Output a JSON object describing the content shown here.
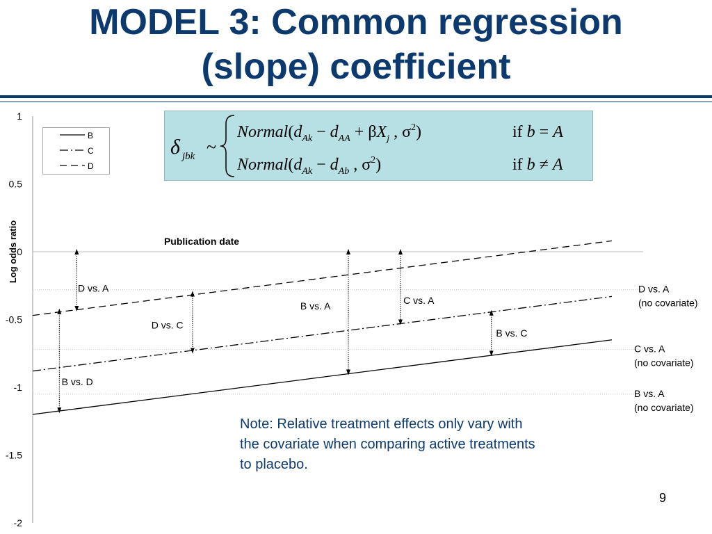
{
  "slide": {
    "title_line1": "MODEL 3: Common regression",
    "title_line2": "(slope) coefficient",
    "note_lines": [
      "Note: Relative treatment effects only vary with",
      "the covariate when comparing active treatments",
      "to placebo."
    ],
    "page_number": "9",
    "title_color": "#0d3a6e",
    "formula_bg": "#b7e0e4"
  },
  "chart_data": {
    "type": "line",
    "title": "",
    "xlabel": "Publication date",
    "ylabel": "Log odds ratio",
    "ylim": [
      -2,
      1
    ],
    "yticks": [
      "1",
      "0.5",
      "0",
      "-0.5",
      "-1",
      "-1.5",
      "-2"
    ],
    "grid": "dotted reference lines at the no-covariate levels",
    "x_range": [
      0,
      1
    ],
    "series": [
      {
        "name": "B",
        "style": "solid",
        "x": [
          0,
          1
        ],
        "y": [
          -1.2,
          -0.65
        ]
      },
      {
        "name": "C",
        "style": "dash-dot",
        "x": [
          0,
          1
        ],
        "y": [
          -0.88,
          -0.33
        ]
      },
      {
        "name": "D",
        "style": "dashed",
        "x": [
          0,
          1
        ],
        "y": [
          -0.47,
          0.08
        ]
      }
    ],
    "legend": {
      "position": "top-left",
      "entries": [
        "B",
        "C",
        "D"
      ]
    },
    "reference_lines": [
      {
        "y": 0
      },
      {
        "y": -0.28,
        "label": [
          "D vs. A",
          "(no covariate)"
        ]
      },
      {
        "y": -0.72,
        "label": [
          "C vs. A",
          "(no covariate)"
        ]
      },
      {
        "y": -1.05,
        "label": [
          "B vs. A",
          "(no covariate)"
        ]
      }
    ],
    "annotations": [
      {
        "label": "D vs. A",
        "x": 0.076,
        "from": 0,
        "to": -0.42,
        "label_x": 0.078,
        "label_y": -0.27
      },
      {
        "label": "B vs. D",
        "x": 0.046,
        "from": -0.44,
        "to": -1.17,
        "label_x": 0.05,
        "label_y": -0.96
      },
      {
        "label": "D vs. C",
        "x": 0.276,
        "from": -0.31,
        "to": -0.73,
        "label_x": 0.205,
        "label_y": -0.54
      },
      {
        "label": "B vs. A",
        "x": 0.545,
        "from": 0,
        "to": -0.89,
        "label_x": 0.462,
        "label_y": -0.4
      },
      {
        "label": "C vs. A",
        "x": 0.635,
        "from": 0,
        "to": -0.52,
        "label_x": 0.64,
        "label_y": -0.36
      },
      {
        "label": "B vs. C",
        "x": 0.792,
        "from": -0.45,
        "to": -0.75,
        "label_x": 0.8,
        "label_y": -0.6
      }
    ]
  }
}
